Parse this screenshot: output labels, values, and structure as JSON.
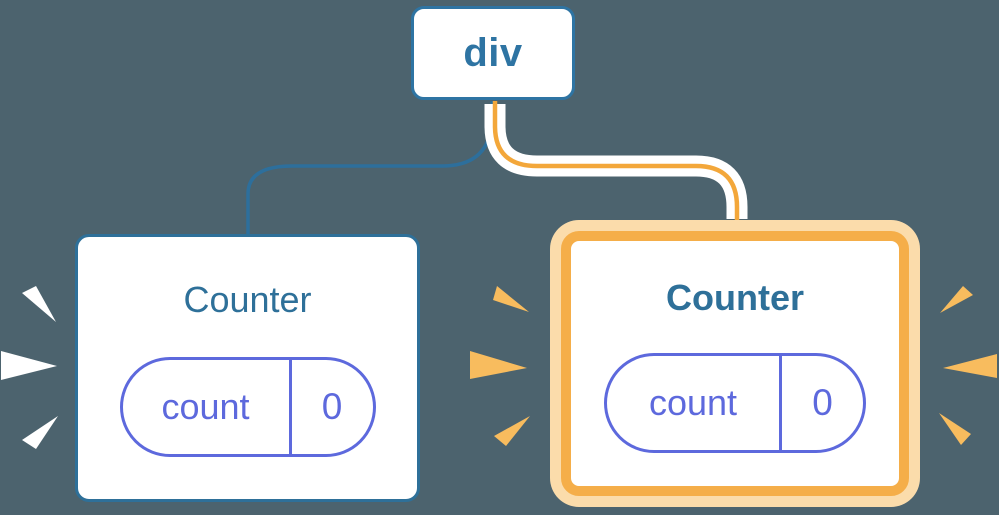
{
  "diagram": {
    "root": {
      "label": "div"
    },
    "children": [
      {
        "label": "Counter",
        "state": {
          "key": "count",
          "value": "0"
        },
        "highlighted": false,
        "emphasis_marks_color": "#ffffff"
      },
      {
        "label": "Counter",
        "state": {
          "key": "count",
          "value": "0"
        },
        "highlighted": true,
        "emphasis_marks_color": "#f8bc5e"
      }
    ],
    "colors": {
      "background": "#4c636e",
      "root_node_blue": "#2e74a3",
      "edge_to_left_child": "#2d6f9c",
      "edge_to_right_child": "#f3a73a",
      "edge_highlight_halo": "#ffffff",
      "highlight_border": "#f5ae49",
      "highlight_glow": "#fbdcab",
      "state_pill_indigo": "#5d69dd",
      "card_title_blue": "#2e7099"
    }
  }
}
